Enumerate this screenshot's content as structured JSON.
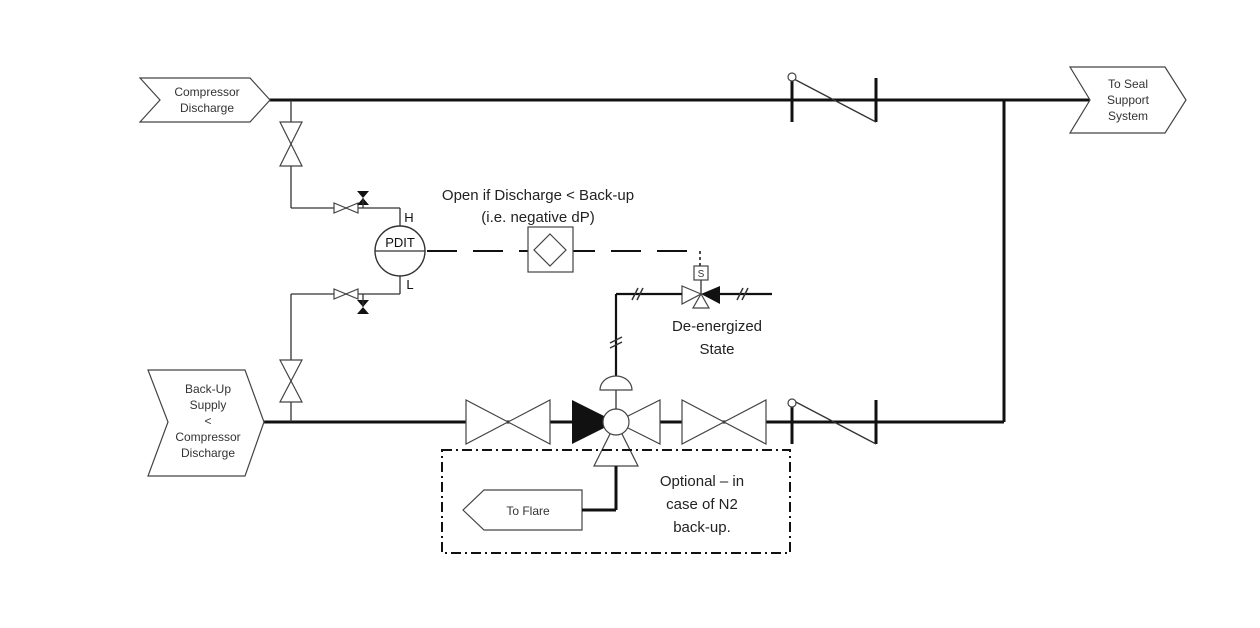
{
  "labels": {
    "compressor_discharge_1": "Compressor",
    "compressor_discharge_2": "Discharge",
    "seal_support_1": "To Seal",
    "seal_support_2": "Support",
    "seal_support_3": "System",
    "backup_1": "Back-Up",
    "backup_2": "Supply",
    "backup_3": "<",
    "backup_4": "Compressor",
    "backup_5": "Discharge",
    "to_flare": "To Flare",
    "pdit": "PDIT",
    "pdit_high": "H",
    "pdit_low": "L",
    "open_if_1": "Open if Discharge < Back-up",
    "open_if_2": "(i.e. negative dP)",
    "deenergized_1": "De-energized",
    "deenergized_2": "State",
    "optional_1": "Optional – in",
    "optional_2": "case of N2",
    "optional_3": "back-up.",
    "solenoid": "S"
  }
}
